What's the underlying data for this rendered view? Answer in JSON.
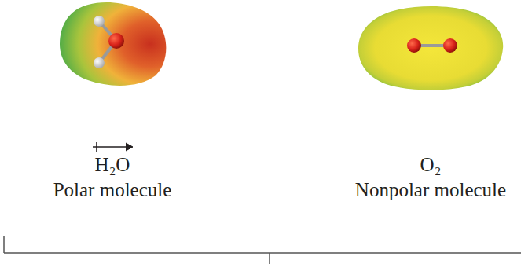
{
  "diagram": {
    "labels": [
      "H₂O",
      "Polar molecule",
      "O₂",
      "Nonpolar molecule"
    ]
  }
}
